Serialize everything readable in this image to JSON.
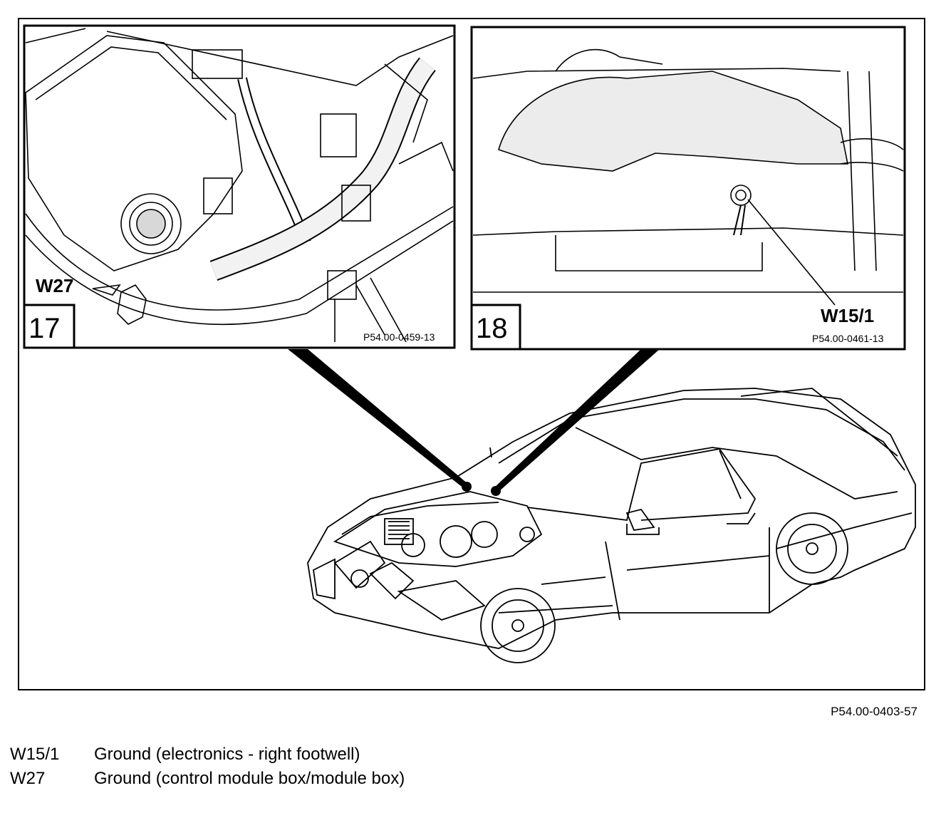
{
  "figure": {
    "ref": "P54.00-0403-57"
  },
  "insets": [
    {
      "number": "17",
      "callout": "W27",
      "ref": "P54.00-0459-13"
    },
    {
      "number": "18",
      "callout": "W15/1",
      "ref": "P54.00-0461-13"
    }
  ],
  "legend": [
    {
      "code": "W15/1",
      "desc": "Ground (electronics - right footwell)"
    },
    {
      "code": "W27",
      "desc": "Ground (control module box/module box)"
    }
  ]
}
